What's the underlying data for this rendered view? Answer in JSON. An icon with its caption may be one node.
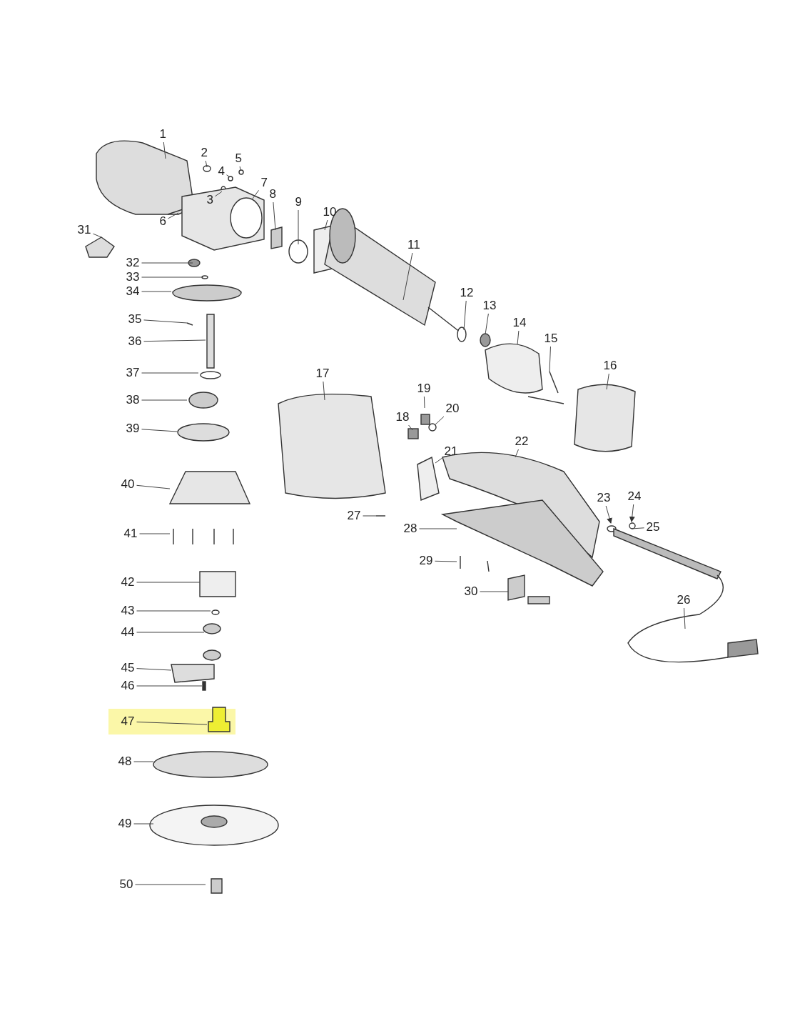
{
  "diagram": {
    "nodes": [
      {
        "text": [
          "1"
        ]
      },
      {
        "text": [
          "2"
        ]
      },
      {
        "text": [
          "3"
        ]
      },
      {
        "text": [
          "4"
        ]
      },
      {
        "text": [
          "5"
        ]
      },
      {
        "text": [
          "6"
        ]
      },
      {
        "text": [
          "7"
        ]
      },
      {
        "text": [
          "8"
        ]
      },
      {
        "text": [
          "9"
        ]
      },
      {
        "text": [
          "10"
        ]
      },
      {
        "text": [
          "11"
        ]
      },
      {
        "text": [
          "12"
        ]
      },
      {
        "text": [
          "13"
        ]
      },
      {
        "text": [
          "14"
        ]
      },
      {
        "text": [
          "15"
        ]
      },
      {
        "text": [
          "16"
        ]
      },
      {
        "text": [
          "17"
        ]
      },
      {
        "text": [
          "18"
        ]
      },
      {
        "text": [
          "19"
        ]
      },
      {
        "text": [
          "20"
        ]
      },
      {
        "text": [
          "21"
        ]
      },
      {
        "text": [
          "22"
        ]
      },
      {
        "text": [
          "23"
        ]
      },
      {
        "text": [
          "24"
        ]
      },
      {
        "text": [
          "25"
        ]
      },
      {
        "text": [
          "26"
        ]
      },
      {
        "text": [
          "27"
        ]
      },
      {
        "text": [
          "28"
        ]
      },
      {
        "text": [
          "29"
        ]
      },
      {
        "text": [
          "30"
        ]
      },
      {
        "text": [
          "31"
        ]
      },
      {
        "text": [
          "32"
        ]
      },
      {
        "text": [
          "33"
        ]
      },
      {
        "text": [
          "34"
        ]
      },
      {
        "text": [
          "35"
        ]
      },
      {
        "text": [
          "36"
        ]
      },
      {
        "text": [
          "37"
        ]
      },
      {
        "text": [
          "38"
        ]
      },
      {
        "text": [
          "39"
        ]
      },
      {
        "text": [
          "40"
        ]
      },
      {
        "text": [
          "41"
        ]
      },
      {
        "text": [
          "42"
        ]
      },
      {
        "text": [
          "43"
        ]
      },
      {
        "text": [
          "44"
        ]
      },
      {
        "text": [
          "45"
        ]
      },
      {
        "text": [
          "46"
        ]
      },
      {
        "text": [
          "47"
        ]
      },
      {
        "text": [
          "48"
        ]
      },
      {
        "text": [
          "49"
        ]
      },
      {
        "text": [
          "50"
        ]
      }
    ],
    "edges": [
      {
        "from": 0,
        "to": null,
        "arrow": "none"
      },
      {
        "from": 1,
        "to": null,
        "arrow": "none"
      },
      {
        "from": 2,
        "to": null,
        "arrow": "none"
      },
      {
        "from": 3,
        "to": null,
        "arrow": "none"
      },
      {
        "from": 4,
        "to": null,
        "arrow": "none"
      },
      {
        "from": 5,
        "to": null,
        "arrow": "none"
      },
      {
        "from": 6,
        "to": null,
        "arrow": "none"
      },
      {
        "from": 7,
        "to": null,
        "arrow": "none"
      },
      {
        "from": 8,
        "to": null,
        "arrow": "none"
      },
      {
        "from": 9,
        "to": null,
        "arrow": "none"
      },
      {
        "from": 10,
        "to": null,
        "arrow": "none"
      },
      {
        "from": 11,
        "to": null,
        "arrow": "none"
      },
      {
        "from": 12,
        "to": null,
        "arrow": "none"
      },
      {
        "from": 13,
        "to": null,
        "arrow": "none"
      },
      {
        "from": 14,
        "to": null,
        "arrow": "none"
      },
      {
        "from": 15,
        "to": null,
        "arrow": "none"
      },
      {
        "from": 16,
        "to": null,
        "arrow": "none"
      },
      {
        "from": 17,
        "to": null,
        "arrow": "none"
      },
      {
        "from": 18,
        "to": null,
        "arrow": "none"
      },
      {
        "from": 19,
        "to": null,
        "arrow": "none"
      },
      {
        "from": 20,
        "to": null,
        "arrow": "none"
      },
      {
        "from": 21,
        "to": null,
        "arrow": "none"
      },
      {
        "from": 22,
        "to": null,
        "arrow": "to"
      },
      {
        "from": 23,
        "to": null,
        "arrow": "to"
      },
      {
        "from": 24,
        "to": null,
        "arrow": "none"
      },
      {
        "from": 25,
        "to": null,
        "arrow": "none"
      },
      {
        "from": 26,
        "to": null,
        "arrow": "none"
      },
      {
        "from": 27,
        "to": null,
        "arrow": "none"
      },
      {
        "from": 28,
        "to": null,
        "arrow": "none"
      },
      {
        "from": 29,
        "to": null,
        "arrow": "none"
      },
      {
        "from": 30,
        "to": null,
        "arrow": "none"
      },
      {
        "from": 31,
        "to": null,
        "arrow": "none"
      },
      {
        "from": 32,
        "to": null,
        "arrow": "none"
      },
      {
        "from": 33,
        "to": null,
        "arrow": "none"
      },
      {
        "from": 34,
        "to": null,
        "arrow": "none"
      },
      {
        "from": 35,
        "to": null,
        "arrow": "none"
      },
      {
        "from": 36,
        "to": null,
        "arrow": "none"
      },
      {
        "from": 37,
        "to": null,
        "arrow": "none"
      },
      {
        "from": 38,
        "to": null,
        "arrow": "none"
      },
      {
        "from": 39,
        "to": null,
        "arrow": "none"
      },
      {
        "from": 40,
        "to": null,
        "arrow": "none"
      },
      {
        "from": 41,
        "to": null,
        "arrow": "none"
      },
      {
        "from": 42,
        "to": null,
        "arrow": "none"
      },
      {
        "from": 43,
        "to": null,
        "arrow": "none"
      },
      {
        "from": 44,
        "to": null,
        "arrow": "none"
      },
      {
        "from": 45,
        "to": null,
        "arrow": "none"
      },
      {
        "from": 46,
        "to": null,
        "arrow": "none"
      },
      {
        "from": 47,
        "to": null,
        "arrow": "none"
      },
      {
        "from": 48,
        "to": null,
        "arrow": "none"
      },
      {
        "from": 49,
        "to": null,
        "arrow": "none"
      }
    ]
  }
}
